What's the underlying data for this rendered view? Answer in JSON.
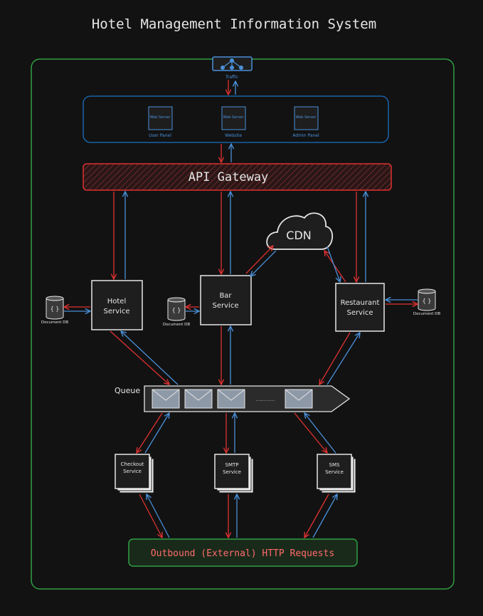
{
  "title": "Hotel Management Information System",
  "traffic": {
    "label": "Traffic"
  },
  "web_servers": [
    {
      "box_label": "Web Server",
      "caption": "User Panel"
    },
    {
      "box_label": "Web Server",
      "caption": "Website"
    },
    {
      "box_label": "Web Server",
      "caption": "Admin Panel"
    }
  ],
  "api_gateway": {
    "label": "API Gateway"
  },
  "cdn": {
    "label": "CDN"
  },
  "services": {
    "hotel": {
      "line1": "Hotel",
      "line2": "Service"
    },
    "bar": {
      "line1": "Bar",
      "line2": "Service"
    },
    "restaurant": {
      "line1": "Restaurant",
      "line2": "Service"
    }
  },
  "databases": {
    "hotel_db": {
      "icon": "{ }",
      "caption": "Document DB"
    },
    "bar_db": {
      "icon": "{ }",
      "caption": "Document DB"
    },
    "restaurant_db": {
      "icon": "{ }",
      "caption": "Document DB"
    }
  },
  "queue": {
    "label": "Queue",
    "ellipsis": "............"
  },
  "workers": {
    "checkout": {
      "line1": "Checkout",
      "line2": "Service"
    },
    "smtp": {
      "line1": "SMTP",
      "line2": "Service"
    },
    "sms": {
      "line1": "SMS",
      "line2": "Service"
    }
  },
  "outbound": {
    "label": "Outbound (External) HTTP Requests"
  },
  "colors": {
    "background": "#121212",
    "boundary_green": "#2f9e44",
    "request_red": "#e03131",
    "response_blue": "#1971c2",
    "box_stroke": "#e6e6e6",
    "node_fill": "#1e1e1e",
    "label_red": "#ff6b6b"
  }
}
